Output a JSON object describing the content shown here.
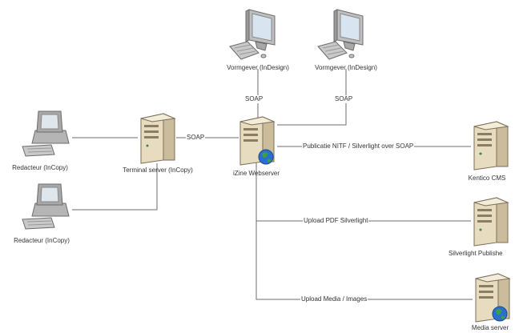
{
  "diagram": {
    "nodes": {
      "vormgever_1": {
        "label": "Vormgever (InDesign)",
        "icon": "desktop-computer-icon"
      },
      "vormgever_2": {
        "label": "Vormgever (InDesign)",
        "icon": "desktop-computer-icon"
      },
      "redacteur_1": {
        "label": "Redacteur (InCopy)",
        "icon": "desktop-computer-icon"
      },
      "redacteur_2": {
        "label": "Redacteur (InCopy)",
        "icon": "desktop-computer-icon"
      },
      "terminal_server": {
        "label": "Terminal server (InCopy)",
        "icon": "tower-server-icon"
      },
      "izine_webserver": {
        "label": "iZine Webserver",
        "icon": "web-server-globe-icon"
      },
      "kentico_cms": {
        "label": "Kentico CMS",
        "icon": "tower-server-icon"
      },
      "silverlight_publisher": {
        "label": "Silverlight Publishe",
        "icon": "tower-server-icon"
      },
      "media_server": {
        "label": "Media server",
        "icon": "web-server-globe-icon"
      }
    },
    "edges": {
      "vormgever_1_soap": "SOAP",
      "vormgever_2_soap": "SOAP",
      "terminal_soap": "SOAP",
      "kentico": "Publicatie NITF / Silverlight over SOAP",
      "silverlight": "Upload PDF Silverlight",
      "media": "Upload Media / Images"
    },
    "colors": {
      "line": "#6e6e6e",
      "monitor_screen": "#d8e4f0",
      "server_beige": "#e8dcc0",
      "globe_blue": "#2a6fd0",
      "globe_green": "#3aa040"
    }
  }
}
